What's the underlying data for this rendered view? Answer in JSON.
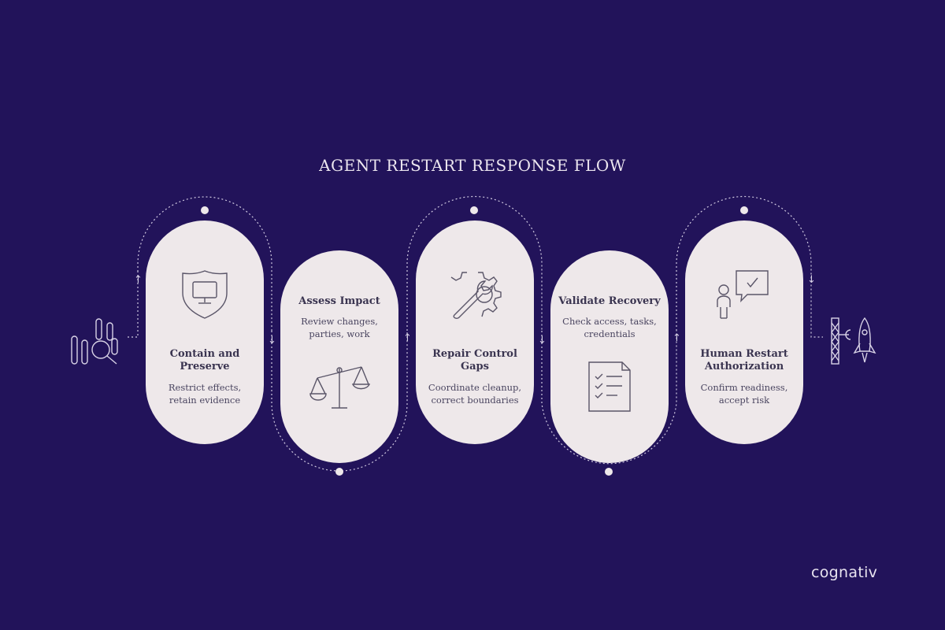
{
  "title": "AGENT RESTART RESPONSE FLOW",
  "steps": [
    {
      "heading": "Contain and Preserve",
      "desc": "Restrict effects, retain evidence",
      "icon": "monitor-shield-icon"
    },
    {
      "heading": "Assess Impact",
      "desc": "Review changes, parties, work",
      "icon": "balance-scale-icon"
    },
    {
      "heading": "Repair Control Gaps",
      "desc": "Coordinate cleanup, correct boundaries",
      "icon": "gear-wrench-icon"
    },
    {
      "heading": "Validate Recovery",
      "desc": "Check access, tasks, credentials",
      "icon": "checklist-document-icon"
    },
    {
      "heading": "Human Restart Authorization",
      "desc": "Confirm readiness, accept risk",
      "icon": "person-chat-approval-icon"
    }
  ],
  "start_icon": "analysis-chart-magnifier-icon",
  "end_icon": "rocket-launch-icon",
  "brand": "cognativ",
  "colors": {
    "background": "#22135a",
    "card": "#eee8ea",
    "text": "#3a3450",
    "line": "#d8d2e6"
  }
}
